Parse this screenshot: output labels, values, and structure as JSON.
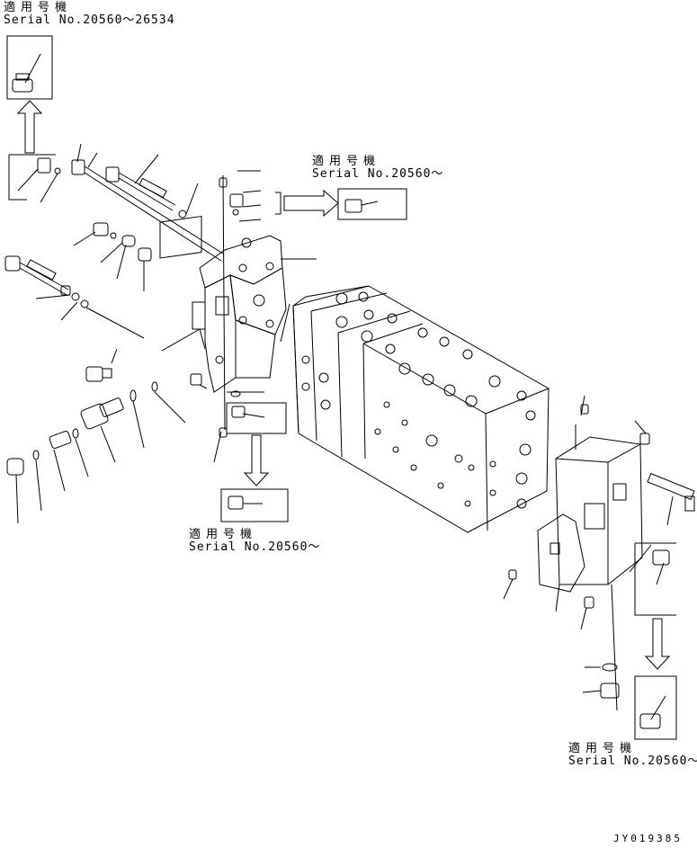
{
  "notes": [
    {
      "id": "n1",
      "jp": "適用号機",
      "serial": "Serial No.20560～26534"
    },
    {
      "id": "n2",
      "jp": "適用号機",
      "serial": "Serial No.20560～"
    },
    {
      "id": "n3",
      "jp": "適用号機",
      "serial": "Serial No.20560～"
    },
    {
      "id": "n4",
      "jp": "適用号機",
      "serial": "Serial No.20560～"
    }
  ],
  "drawing_code": "JY019385"
}
